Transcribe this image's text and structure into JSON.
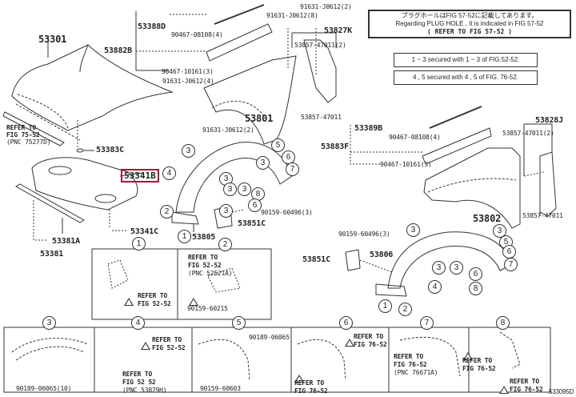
{
  "diagram_id": "533095D",
  "notes": {
    "plug_hole_jp": "プラグホールはFIG 57-52に記載してあります。",
    "plug_hole_en": "Regarding PLUG HOLE , It is indicated in FIG 57-52",
    "plug_hole_ref": "( REFER TO FIG 57-52 )",
    "secured_1": "1 ~ 3  secured with 1 ~ 3 of FIG.52-52.",
    "secured_2": "4 , 5  secured with 4 , 5 of FIG. 76-52."
  },
  "parts": {
    "hood": "53301",
    "hood_seal_ref": "REFER TO",
    "hood_seal_fig": "FIG 75-52",
    "hood_seal_pnc": "(PNC 75277D)",
    "cushion": "53383C",
    "insulator_highlighted": "53341B",
    "insulator_clip": "53341C",
    "seal_a": "53381A",
    "seal": "53381",
    "cover_d": "53388D",
    "seal_b": "53882B",
    "clip_top": "90467-08108(4)",
    "clip_mid": "90467-10161(3)",
    "bolt_1": "91631-J0612(4)",
    "bolt_2": "91631-J0612(8)",
    "bolt_3": "91631-J0612(2)",
    "bolt_4": "91631-J0612(2)",
    "fender_lh": "53801",
    "bracket_k": "53827K",
    "clip_k1": "53857-47011(2)",
    "clip_k2": "53857-47011",
    "liner_lh": "53805",
    "screw_lh": "90159-60496(3)",
    "mudguard_lh": "53851C",
    "cover_b": "53389B",
    "seal_f": "53883F",
    "clip_top_r": "90467-08108(4)",
    "clip_mid_r": "90467-10161(3)",
    "fender_rh": "53802",
    "bracket_j": "53828J",
    "clip_j1": "53857-47011(2)",
    "clip_j2": "53857-47011",
    "liner_rh": "53806",
    "screw_rh": "90159-60496(3)",
    "mudguard_rh": "53851C"
  },
  "detail_top": [
    {
      "num": "1",
      "ref": "REFER TO",
      "fig": "FIG 52-52"
    },
    {
      "num": "2",
      "ref": "REFER TO",
      "fig": "FIG 52-52",
      "pnc": "(PNC 52521A)",
      "part": "90159-60215"
    }
  ],
  "detail_bottom": [
    {
      "num": "3",
      "part": "90189-06065(10)"
    },
    {
      "num": "4",
      "ref1": "REFER TO",
      "fig1": "FIG 52-52",
      "ref2": "REFER TO",
      "fig2": "FIG 52 52",
      "pnc": "(PNC 53879H)"
    },
    {
      "num": "5",
      "part1": "90189-06065",
      "part2": "90159-60603"
    },
    {
      "num": "6",
      "ref1": "REFER TO",
      "fig1": "FIG 76-52",
      "ref2": "REFER TO",
      "fig2": "FIG 76-52"
    },
    {
      "num": "7",
      "ref": "REFER TO",
      "fig": "FIG 76-52",
      "pnc": "(PNC 76671A)"
    },
    {
      "num": "8",
      "ref1": "REFER TO",
      "fig1": "FIG 76-52",
      "ref2": "REFER TO",
      "fig2": "FIG 76-52"
    }
  ],
  "callouts": {
    "c1": "1",
    "c2": "2",
    "c3": "3",
    "c4": "4",
    "c5": "5",
    "c6": "6",
    "c7": "7",
    "c8": "8"
  },
  "colors": {
    "highlight": "#9b1b3a",
    "line": "#333333"
  }
}
